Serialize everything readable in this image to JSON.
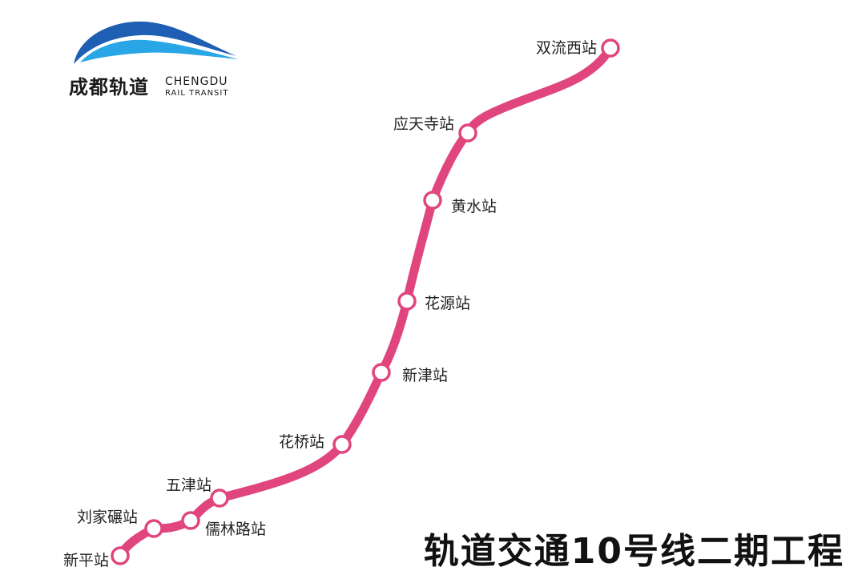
{
  "logo": {
    "name_cn": "成都轨道",
    "name_en_1": "CHENGDU",
    "name_en_2": "RAIL TRANSIT",
    "colors": {
      "swoosh_dark": "#1e5fb3",
      "swoosh_light": "#29a6e6"
    }
  },
  "title": "轨道交通10号线二期工程",
  "line": {
    "color": "#e0457e",
    "stations": [
      {
        "id": "shuangliuxi",
        "name": "双流西站"
      },
      {
        "id": "yingtiansi",
        "name": "应天寺站"
      },
      {
        "id": "huangshui",
        "name": "黄水站"
      },
      {
        "id": "huayuan",
        "name": "花源站"
      },
      {
        "id": "xinjin",
        "name": "新津站"
      },
      {
        "id": "huaqiao",
        "name": "花桥站"
      },
      {
        "id": "wujin",
        "name": "五津站"
      },
      {
        "id": "rulinlu",
        "name": "儒林路站"
      },
      {
        "id": "liujianian",
        "name": "刘家碾站"
      },
      {
        "id": "xinping",
        "name": "新平站"
      }
    ]
  }
}
